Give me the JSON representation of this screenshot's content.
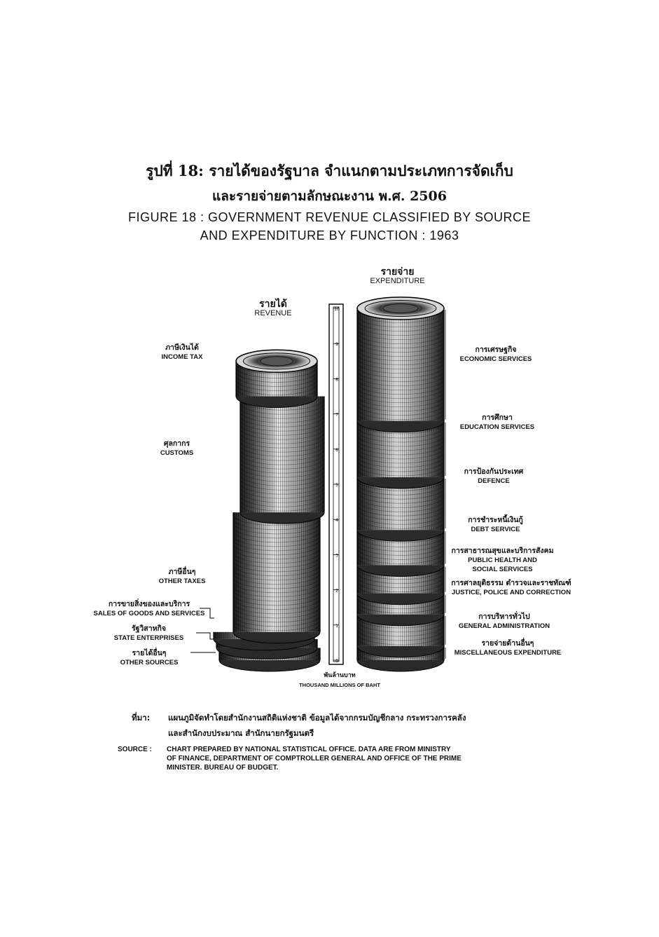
{
  "title": {
    "thai_line1": "รูปที่ 18: รายได้ของรัฐบาล จำแนกตามประเภทการจัดเก็บ",
    "thai_line2": "และรายจ่ายตามลักษณะงาน พ.ศ. 2506",
    "en_line1": "FIGURE 18 :  GOVERNMENT REVENUE CLASSIFIED BY SOURCE",
    "en_line2": "AND EXPENDITURE BY FUNCTION : 1963"
  },
  "chart_data": {
    "type": "bar",
    "style": "stacked coin columns",
    "unit_thai": "พันล้านบาท",
    "unit": "THOUSAND MILLIONS OF BAHT",
    "ylim": [
      0,
      10
    ],
    "ticks": [
      "0",
      "1",
      "2",
      "3",
      "4",
      "5",
      "6",
      "7",
      "8",
      "9",
      "10"
    ],
    "revenue": {
      "title_thai": "รายได้",
      "title": "REVENUE",
      "series": [
        {
          "name_thai": "รายได้อื่นๆ",
          "name": "OTHER SOURCES",
          "value": 0.35
        },
        {
          "name_thai": "รัฐวิสาหกิจ",
          "name": "STATE ENTERPRISES",
          "value": 0.25
        },
        {
          "name_thai": "การขายสิ่งของและบริการ",
          "name": "SALES OF GOODS AND SERVICES",
          "value": 0.2
        },
        {
          "name_thai": "ภาษีอื่นๆ",
          "name": "OTHER TAXES",
          "value": 3.4
        },
        {
          "name_thai": "ศุลกากร",
          "name": "CUSTOMS",
          "value": 3.3
        },
        {
          "name_thai": "ภาษีเงินได้",
          "name": "INCOME TAX",
          "value": 1.0
        }
      ]
    },
    "expenditure": {
      "title_thai": "รายจ่าย",
      "title": "EXPENDITURE",
      "series": [
        {
          "name_thai": "รายจ่ายด้านอื่นๆ",
          "name": "MISCELLANEOUS EXPENDITURE",
          "value": 0.4
        },
        {
          "name_thai": "การบริหารทั่วไป",
          "name": "GENERAL ADMINISTRATION",
          "value": 0.9
        },
        {
          "name_thai": "การศาลยุติธรรม ตำรวจและราชทัณฑ์",
          "name": "JUSTICE, POLICE AND CORRECTION",
          "value": 0.6
        },
        {
          "name_thai": "การสาธารณสุขและบริการสังคม",
          "name": "PUBLIC HEALTH AND SOCIAL SERVICES",
          "value": 0.8
        },
        {
          "name_thai": "การชำระหนี้เงินกู้",
          "name": "DEBT SERVICE",
          "value": 1.0
        },
        {
          "name_thai": "การป้องกันประเทศ",
          "name": "DEFENCE",
          "value": 1.5
        },
        {
          "name_thai": "การศึกษา",
          "name": "EDUCATION SERVICES",
          "value": 1.6
        },
        {
          "name_thai": "การเศรษฐกิจ",
          "name": "ECONOMIC SERVICES",
          "value": 3.2
        }
      ]
    }
  },
  "source": {
    "label_thai": "ที่มา:",
    "text_thai_line1": "แผนภูมิจัดทำโดยสำนักงานสถิติแห่งชาติ ข้อมูลได้จากกรมบัญชีกลาง    กระทรวงการคลัง",
    "text_thai_line2": "และสำนักงบประมาณ    สำนักนายกรัฐมนตรี",
    "label": "SOURCE :",
    "text_line1": "CHART PREPARED BY NATIONAL STATISTICAL OFFICE. DATA ARE FROM MINISTRY",
    "text_line2": "OF FINANCE,  DEPARTMENT OF COMPTROLLER GENERAL AND OFFICE OF THE PRIME",
    "text_line3": "MINISTER. BUREAU OF BUDGET."
  },
  "colors": {
    "ink": "#111111",
    "coin_dark": "#1a1a1a",
    "coin_mid": "#6e6e6e",
    "coin_light": "#e8e8e8",
    "paper": "#ffffff"
  }
}
